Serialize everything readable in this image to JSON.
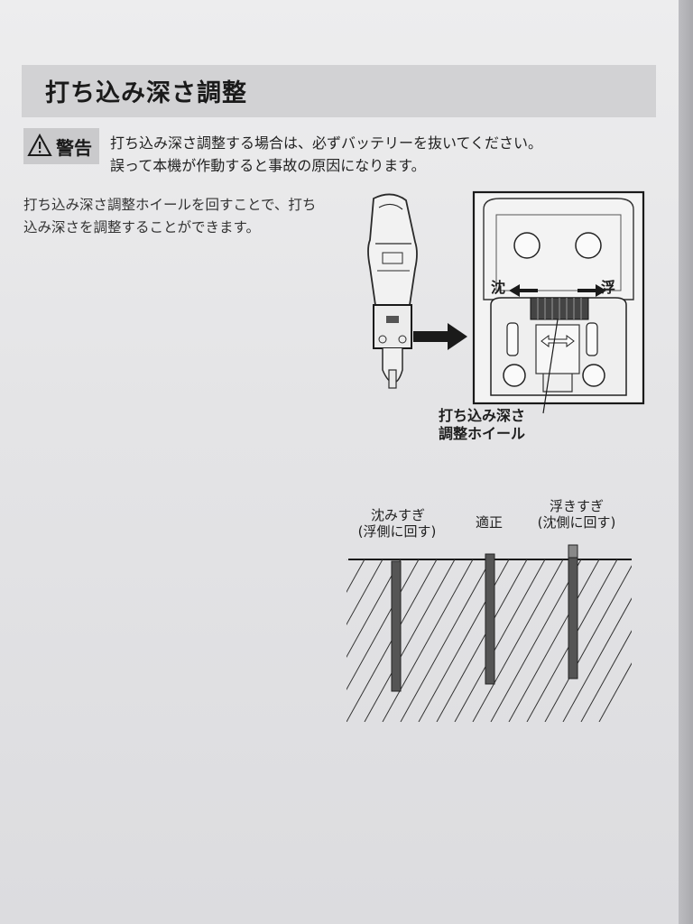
{
  "section": {
    "title": "打ち込み深さ調整"
  },
  "warning": {
    "badge_label": "警告",
    "line1": "打ち込み深さ調整する場合は、必ずバッテリーを抜いてください。",
    "line2": "誤って本機が作動すると事故の原因になります。"
  },
  "intro": {
    "line1": "打ち込み深さ調整ホイールを回すことで、打ち",
    "line2": "込み深さを調整することができます。"
  },
  "detail_figure": {
    "sink_label": "沈",
    "float_label": "浮",
    "wheel_label_line1": "打ち込み深さ",
    "wheel_label_line2": "調整ホイール"
  },
  "depth_figure": {
    "too_deep_line1": "沈みすぎ",
    "too_deep_line2": "(浮側に回す)",
    "correct": "適正",
    "too_shallow_line1": "浮きすぎ",
    "too_shallow_line2": "(沈側に回す)"
  }
}
